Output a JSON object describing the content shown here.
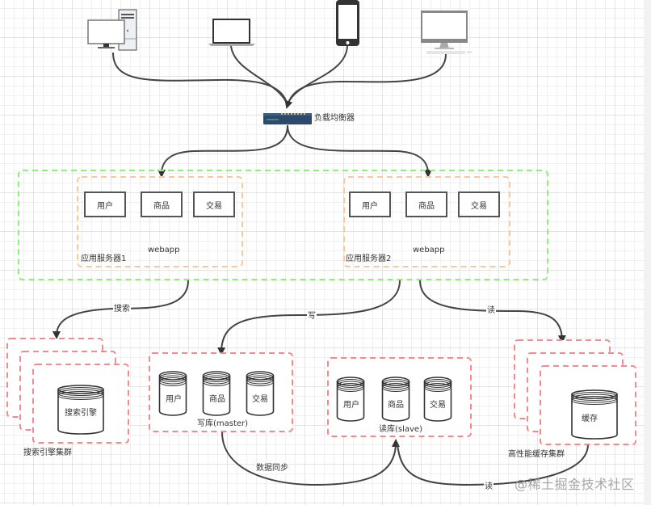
{
  "diagram": {
    "clients": [
      {
        "name": "desktop-pc",
        "icon": "desktop-tower-icon"
      },
      {
        "name": "laptop",
        "icon": "laptop-icon"
      },
      {
        "name": "mobile-phone",
        "icon": "smartphone-icon"
      },
      {
        "name": "imac",
        "icon": "monitor-icon"
      }
    ],
    "load_balancer": {
      "label": "负载均衡器",
      "icon": "network-switch-icon"
    },
    "app_servers": [
      {
        "label": "应用服务器1",
        "app": "webapp",
        "modules": [
          "用户",
          "商品",
          "交易"
        ]
      },
      {
        "label": "应用服务器2",
        "app": "webapp",
        "modules": [
          "用户",
          "商品",
          "交易"
        ]
      }
    ],
    "edges": {
      "search": "搜索",
      "write": "写",
      "read_cache": "读",
      "sync": "数据同步",
      "read_back": "读"
    },
    "search_cluster": {
      "node_label": "搜索引擎",
      "cluster_label": "搜索引擎集群"
    },
    "write_db": {
      "label": "写库(master)",
      "tables": [
        "用户",
        "商品",
        "交易"
      ]
    },
    "read_db": {
      "label": "读库(slave)",
      "tables": [
        "用户",
        "商品",
        "交易"
      ]
    },
    "cache_cluster": {
      "node_label": "缓存",
      "cluster_label": "高性能缓存集群"
    },
    "colors": {
      "app_cluster_border": "#8ef07a",
      "app_server_border": "#fcc89a",
      "storage_border": "#f58a8a",
      "edge": "#444444"
    }
  },
  "watermark": "@稀土掘金技术社区"
}
